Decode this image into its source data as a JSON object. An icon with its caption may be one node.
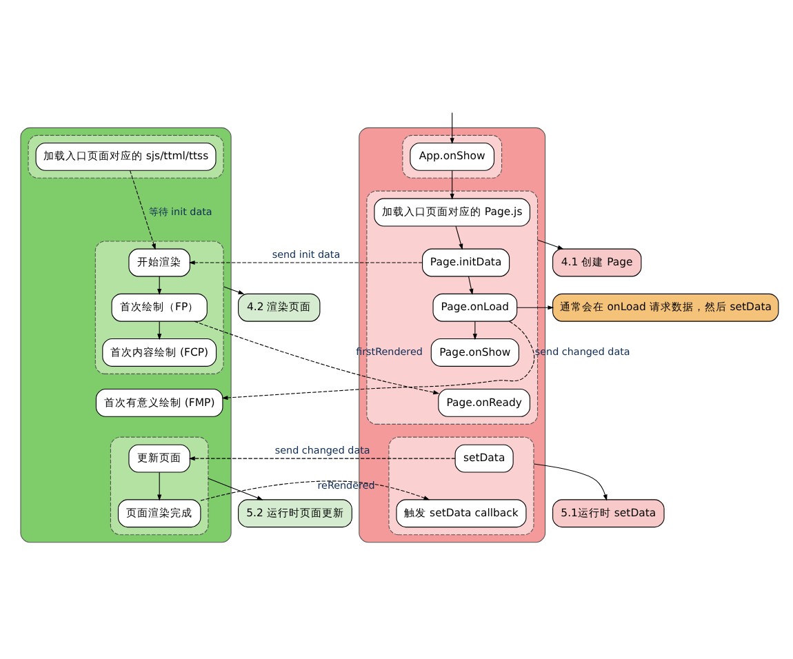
{
  "diagram": {
    "nodes": [
      {
        "text": [],
        "shape": "box"
      },
      {
        "text": [],
        "shape": "box",
        "in": 0
      },
      {
        "text": [
          "App.onShow"
        ],
        "in": 1
      },
      {
        "text": [],
        "shape": "box",
        "in": 0
      },
      {
        "text": [
          "加载入口页面对应的 Page.js"
        ],
        "in": 3
      },
      {
        "text": [
          "Page.initData"
        ],
        "in": 3
      },
      {
        "text": [
          "Page.onLoad"
        ],
        "in": 3
      },
      {
        "text": [
          "Page.onShow"
        ],
        "in": 3
      },
      {
        "text": [
          "Page.onReady"
        ],
        "in": 3
      },
      {
        "text": [],
        "shape": "box",
        "in": 0
      },
      {
        "text": [
          "setData"
        ],
        "in": 9
      },
      {
        "text": [
          "触发 setData callback"
        ],
        "in": 9
      },
      {
        "text": [],
        "shape": "box"
      },
      {
        "text": [],
        "shape": "box",
        "in": 12
      },
      {
        "text": [
          "加载入口页面对应的 sjs/ttml/ttss"
        ],
        "in": 13
      },
      {
        "text": [],
        "shape": "box",
        "in": 12
      },
      {
        "text": [
          "开始渲染"
        ],
        "in": 15
      },
      {
        "text": [
          "首次绘制（FP）"
        ],
        "in": 15
      },
      {
        "text": [
          "首次内容绘制 (FCP)"
        ],
        "in": 15
      },
      {
        "text": [
          "首次有意义绘制 (FMP)"
        ],
        "in": 12
      },
      {
        "text": [],
        "shape": "box",
        "in": 12
      },
      {
        "text": [
          "更新页面"
        ],
        "in": 20
      },
      {
        "text": [
          "页面渲染完成"
        ],
        "in": 20
      },
      {
        "text": [
          "4.1 创建 Page"
        ]
      },
      {
        "text": [
          "通常会在 onLoad 请求数据，然后 setData"
        ]
      },
      {
        "text": [
          "5.1运行时 setData"
        ]
      },
      {
        "text": [
          "4.2 渲染页面"
        ]
      },
      {
        "text": [
          "5.2 运行时页面更新"
        ]
      }
    ],
    "edges": [
      {
        "from": null,
        "to": 2,
        "arrow": "to"
      },
      {
        "from": 2,
        "to": 4,
        "arrow": "to"
      },
      {
        "from": 4,
        "to": 5,
        "arrow": "to"
      },
      {
        "from": 5,
        "to": 6,
        "arrow": "to"
      },
      {
        "from": 6,
        "to": 7,
        "arrow": "to"
      },
      {
        "from": 3,
        "to": 23,
        "arrow": "to"
      },
      {
        "from": 6,
        "to": 24,
        "arrow": "to"
      },
      {
        "from": 14,
        "to": 16,
        "arrow": "to",
        "label": "等待 init data",
        "style": "dashed"
      },
      {
        "from": 5,
        "to": 16,
        "arrow": "to",
        "label": "send init data",
        "style": "dashed"
      },
      {
        "from": 16,
        "to": 17,
        "arrow": "to"
      },
      {
        "from": 17,
        "to": 18,
        "arrow": "to"
      },
      {
        "from": 6,
        "to": 19,
        "arrow": "to",
        "label": "send changed data",
        "style": "dashed"
      },
      {
        "from": 17,
        "to": 8,
        "arrow": "to",
        "label": "firstRendered",
        "style": "dashed"
      },
      {
        "from": 15,
        "to": 26,
        "arrow": "to"
      },
      {
        "from": 10,
        "to": 21,
        "arrow": "to",
        "label": "send changed data",
        "style": "dashed"
      },
      {
        "from": 21,
        "to": 22,
        "arrow": "to"
      },
      {
        "from": 22,
        "to": 11,
        "arrow": "to",
        "label": "reRendered",
        "style": "dashed"
      },
      {
        "from": 9,
        "to": 25,
        "arrow": "to"
      },
      {
        "from": 20,
        "to": 27,
        "arrow": "to"
      }
    ]
  }
}
